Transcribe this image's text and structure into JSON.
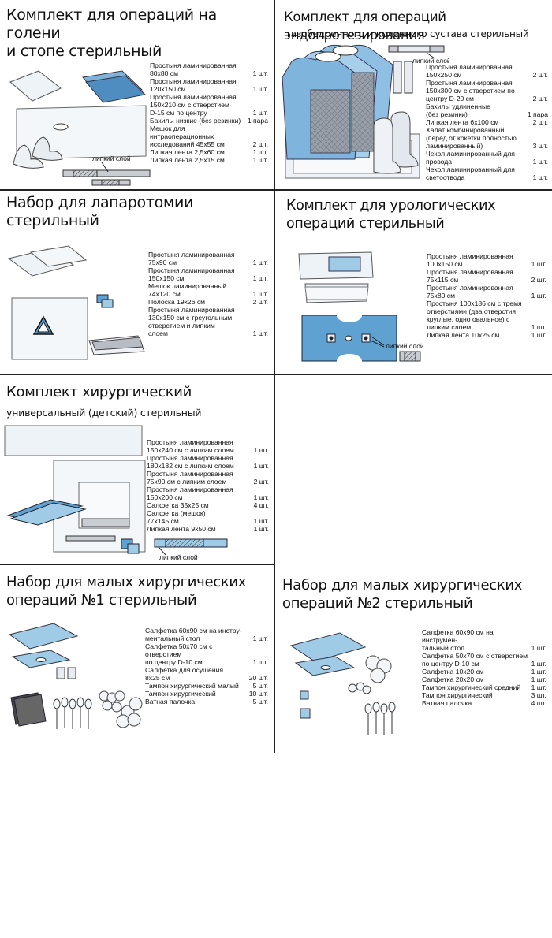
{
  "panels": [
    {
      "title": "Комплект для операций на голени\nи стопе стерильный",
      "subtitle": "",
      "label": "липкий слой",
      "items": [
        {
          "name": "Простыня ламинированная\n80x80 см",
          "qty": "1 шт."
        },
        {
          "name": "Простыня ламинированная\n120x150 см",
          "qty": "1 шт."
        },
        {
          "name": "Простыня ламинированная\n150x210 см с отверстием\nD-15 см по центру",
          "qty": "1 шт."
        },
        {
          "name": "Бахилы низкие (без резинки)",
          "qty": "1 пара"
        },
        {
          "name": "Мешок для интраоперационных\nисследований 45x55 см",
          "qty": "2 шт."
        },
        {
          "name": "Липкая лента 2,5x60 см",
          "qty": "1 шт."
        },
        {
          "name": "Липкая лента 2,5x15 см",
          "qty": "1 шт."
        }
      ]
    },
    {
      "title": "Комплект для операций эндопротезирования",
      "subtitle": "тазобедренного и коленного сустава стерильный",
      "label": "липкий слой",
      "items": [
        {
          "name": "Простыня ламинированная\n150x250 см",
          "qty": "2 шт."
        },
        {
          "name": "Простыня ламинированная\n150x300 см с отверстием по\nцентру D-20 см",
          "qty": "2 шт."
        },
        {
          "name": "Бахилы удлиненные\n(без резинки)",
          "qty": "1 пара"
        },
        {
          "name": "Липкая лента 6x100 см",
          "qty": "2 шт."
        },
        {
          "name": "Халат комбинированный\n(перед от кокетки полностью\nламинированный)",
          "qty": "3 шт."
        },
        {
          "name": "Чехол ламинированный для\nпровода",
          "qty": "1 шт."
        },
        {
          "name": "Чехол ламинированный для\nсветоотвода",
          "qty": "1 шт."
        }
      ]
    },
    {
      "title": "Набор для лапаротомии\nстерильный",
      "subtitle": "",
      "label": "",
      "items": [
        {
          "name": "Простыня ламинированная\n75x90 см",
          "qty": "1 шт."
        },
        {
          "name": "Простыня ламинированная\n150x150 см",
          "qty": "1 шт."
        },
        {
          "name": "Мешок ламинированный\n74x120 см",
          "qty": "1 шт."
        },
        {
          "name": "Полоска 19x26 см",
          "qty": "2 шт."
        },
        {
          "name": "Простыня ламинированная\n130x150 см с треугольным\nотверстием и липким\nслоем",
          "qty": "1 шт."
        }
      ]
    },
    {
      "title": "Комплект для урологических\nопераций стерильный",
      "subtitle": "",
      "label": "липкий слой",
      "items": [
        {
          "name": "Простыня ламинированная\n100x150 см",
          "qty": "1 шт."
        },
        {
          "name": "Простыня ламинированная\n75x115 см",
          "qty": "2 шт."
        },
        {
          "name": "Простыня ламинированная\n75x80 см",
          "qty": "1 шт."
        },
        {
          "name": "Простыня 100x186 см с тремя\nотверстиями (два отверстия\nкруглые, одно овальное) с\nлипким слоем",
          "qty": "1 шт."
        },
        {
          "name": "Липкая лента 10x25 см",
          "qty": "1 шт."
        }
      ]
    },
    {
      "title": "Комплект хирургический",
      "subtitle": "универсальный (детский) стерильный",
      "label": "липкий слой",
      "items": [
        {
          "name": "Простыня ламинированная\n150x240 см с липким слоем",
          "qty": "1 шт."
        },
        {
          "name": "Простыня ламинированная\n180x182 см с липким слоем",
          "qty": "1 шт."
        },
        {
          "name": "Простыня ламинированная\n75x90 см с липким слоем",
          "qty": "2 шт."
        },
        {
          "name": "Простыня ламинированная\n150x200 см",
          "qty": "1 шт."
        },
        {
          "name": "Салфетка 35x25 см",
          "qty": "4 шт."
        },
        {
          "name": "Салфетка (мешок)\n77x145 см",
          "qty": "1 шт."
        },
        {
          "name": "Липкая лента 9x50 см",
          "qty": "1 шт."
        }
      ]
    },
    {
      "title": "Набор для малых хирургических\nопераций №1 стерильный",
      "subtitle": "",
      "label": "",
      "items": [
        {
          "name": "Салфетка 60x90 см на инстру-\nментальный стол",
          "qty": "1 шт."
        },
        {
          "name": "Салфетка 50x70 см с отверстием\nпо центру D-10 см",
          "qty": "1 шт."
        },
        {
          "name": "Салфетка для осушения\n8x25 см",
          "qty": "20 шт."
        },
        {
          "name": "Тампон хирургический малый",
          "qty": "5 шт."
        },
        {
          "name": "Тампон хирургический",
          "qty": "10 шт."
        },
        {
          "name": "Ватная палочка",
          "qty": "5 шт."
        }
      ]
    },
    {
      "title": "Набор для малых хирургических\nопераций №2 стерильный",
      "subtitle": "",
      "label": "",
      "items": [
        {
          "name": "Салфетка 60x90 см на инструмен-\nтальный стол",
          "qty": "1 шт."
        },
        {
          "name": "Салфетка 50x70 см с отверстием\nпо центру D-10 см",
          "qty": "1 шт."
        },
        {
          "name": "Салфетка 10x20 см",
          "qty": "1 шт."
        },
        {
          "name": "Салфетка 20x20 см",
          "qty": "1 шт."
        },
        {
          "name": "Тампон хирургический средний",
          "qty": "1 шт."
        },
        {
          "name": "Тампон хирургический",
          "qty": "3 шт."
        },
        {
          "name": "Ватная палочка",
          "qty": "4 шт."
        }
      ]
    }
  ],
  "colors": {
    "blue": "#9fcbe6",
    "deep_blue": "#5fa2d2",
    "grey": "#c9ccd3",
    "line": "#222222"
  }
}
